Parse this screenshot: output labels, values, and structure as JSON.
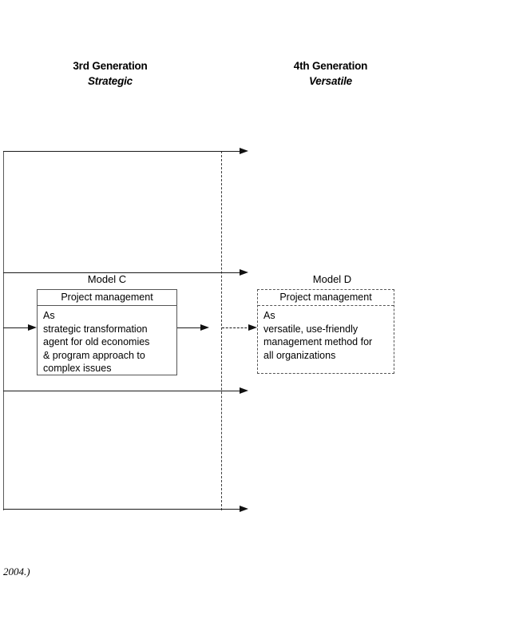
{
  "figure": {
    "columns": [
      {
        "id": "third",
        "generation": "3rd Generation",
        "descriptor": "Strategic"
      },
      {
        "id": "fourth",
        "generation": "4th Generation",
        "descriptor": "Versatile"
      }
    ],
    "models": [
      {
        "id": "model-c",
        "label": "Model C",
        "title": "Project management",
        "body_lines": [
          "As",
          "strategic transformation",
          "agent for old economies",
          "& program approach to",
          "complex issues"
        ],
        "border_style": "solid"
      },
      {
        "id": "model-d",
        "label": "Model D",
        "title": "Project management",
        "body_lines": [
          "As",
          "versatile, use-friendly",
          "management method for",
          "all organizations"
        ],
        "border_style": "dashed"
      }
    ],
    "footer_note": "2004.)",
    "colors": {
      "line": "#1a1a1a",
      "box_border": "#555555",
      "background": "#ffffff",
      "text": "#000000"
    }
  }
}
